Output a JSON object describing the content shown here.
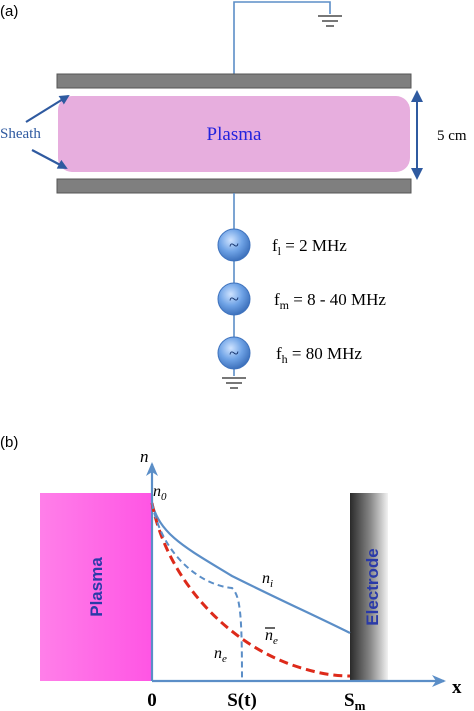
{
  "panel_a": {
    "label": "(a)",
    "sheath_label": "Sheath",
    "plasma_label": "Plasma",
    "gap_label": "5 cm",
    "sources": [
      {
        "symbol": "~",
        "base": "f",
        "sub": "l",
        "value": " = 2 MHz"
      },
      {
        "symbol": "~",
        "base": "f",
        "sub": "m",
        "value": " = 8 - 40 MHz"
      },
      {
        "symbol": "~",
        "base": "f",
        "sub": "h",
        "value": " = 80 MHz"
      }
    ]
  },
  "panel_b": {
    "label": "(b)",
    "y_axis_label": "n",
    "x_axis_label": "x",
    "plasma_label": "Plasma",
    "electrode_label": "Electrode",
    "n0_base": "n",
    "n0_sub": "0",
    "ni_base": "n",
    "ni_sub": "i",
    "ne_bar_base": "n",
    "ne_bar_sub": "e",
    "ne_base": "n",
    "ne_sub": "e",
    "tick_zero": "0",
    "tick_st": "S(t)",
    "tick_sm_base": "S",
    "tick_sm_sub": "m"
  },
  "colors": {
    "plasma_a": "#e7aede",
    "plasma_b": "#ff66e8",
    "electrode_plate": "#7f7f7f",
    "wire": "#5b8ec7",
    "arrow": "#2f5aa0",
    "label_blue": "#2222dd",
    "ne_dashed": "#dd2a1a",
    "axis": "#5b8ec7"
  }
}
